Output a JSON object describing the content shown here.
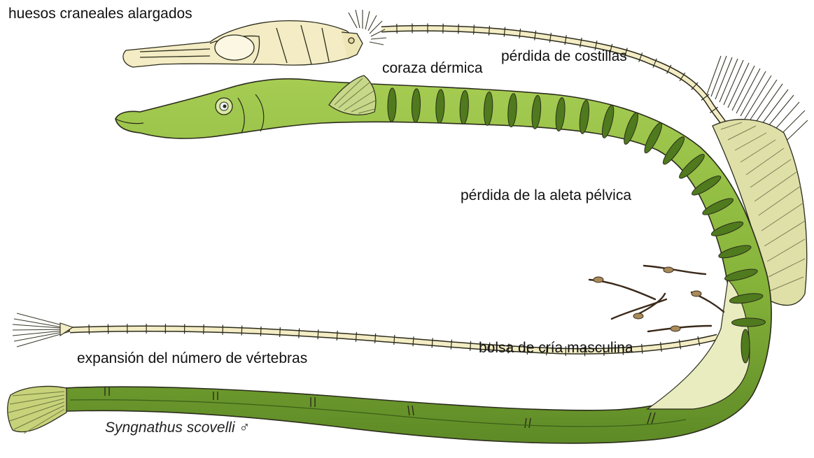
{
  "labels": {
    "cranial": "huesos craneales alargados",
    "armor": "coraza dérmica",
    "ribs": "pérdida de costillas",
    "pelvic": "pérdida de la aleta pélvica",
    "vertebrae": "expansión del número de vértebras",
    "pouch": "bolsa de cría masculina",
    "species": "Syngnathus scovelli ♂"
  },
  "colors": {
    "body_green": "#8cb83c",
    "body_dark": "#4f7a1e",
    "body_light": "#b7d56a",
    "bone": "#f3ecc4",
    "outline": "#2b2b1c",
    "pouch": "#e8ebbe",
    "juvenile": "#6b4a2a"
  },
  "icons": [
    "male-symbol-icon"
  ]
}
